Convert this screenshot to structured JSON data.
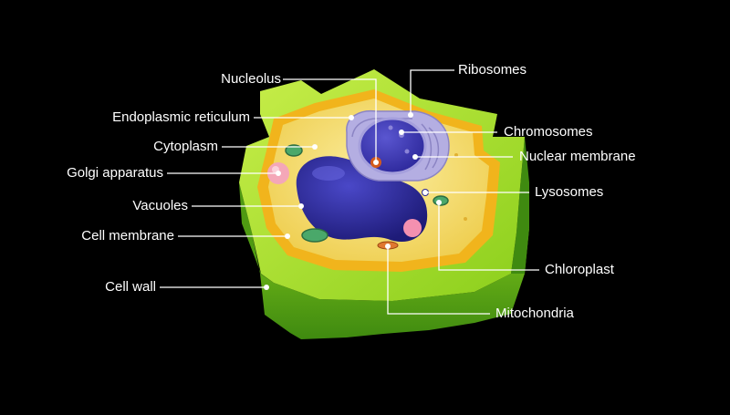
{
  "diagram": {
    "background": "#000000",
    "labels": {
      "nucleolus": "Nucleolus",
      "endoplasmic_reticulum": "Endoplasmic reticulum",
      "cytoplasm": "Cytoplasm",
      "golgi_apparatus": "Golgi apparatus",
      "vacuoles": "Vacuoles",
      "cell_membrane": "Cell membrane",
      "cell_wall": "Cell wall",
      "ribosomes": "Ribosomes",
      "chromosomes": "Chromosomes",
      "nuclear_membrane": "Nuclear membrane",
      "lysosomes": "Lysosomes",
      "chloroplast": "Chloroplast",
      "mitochondria": "Mitochondria"
    },
    "colors": {
      "cell_wall": "#8fd11e",
      "cell_membrane": "#f1b41c",
      "cytoplasm": "#f3d96a",
      "vacuole": "#2f2c9c",
      "nucleus": "#a9a3d8",
      "nucleolus": "#d35a1c",
      "golgi": "#f4a7b8",
      "chloroplast": "#4aa86a"
    }
  }
}
